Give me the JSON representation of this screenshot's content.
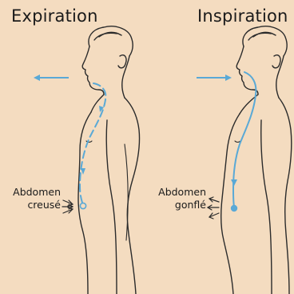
{
  "left_panel": {
    "title": "Expiration",
    "label_line1": "Abdomen",
    "label_line2": "creusé"
  },
  "right_panel": {
    "title": "Inspiration",
    "label_line1": "Abdomen",
    "label_line2": "gonflé"
  },
  "colors": {
    "background": "#f4dcc0",
    "outline": "#2b2b2b",
    "air_flow": "#5aa9d6"
  },
  "icons": [
    "air-flow-arrow",
    "breath-path-dashed",
    "abdomen-marker",
    "abdomen-arrows"
  ]
}
